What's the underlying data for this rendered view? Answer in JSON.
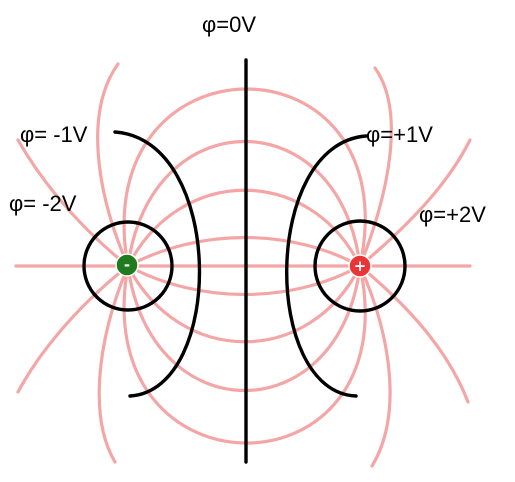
{
  "labels": {
    "zero": "φ=0V",
    "neg1": "φ= -1V",
    "neg2": "φ= -2V",
    "pos1": "φ=+1V",
    "pos2": "φ=+2V"
  },
  "charges": {
    "negative": {
      "sign": "-",
      "color": "#1e7b1e"
    },
    "positive": {
      "sign": "+",
      "color": "#e83535"
    }
  },
  "colors": {
    "field_line": "#f4a6a6",
    "equipotential": "#000000",
    "background": "#ffffff"
  }
}
